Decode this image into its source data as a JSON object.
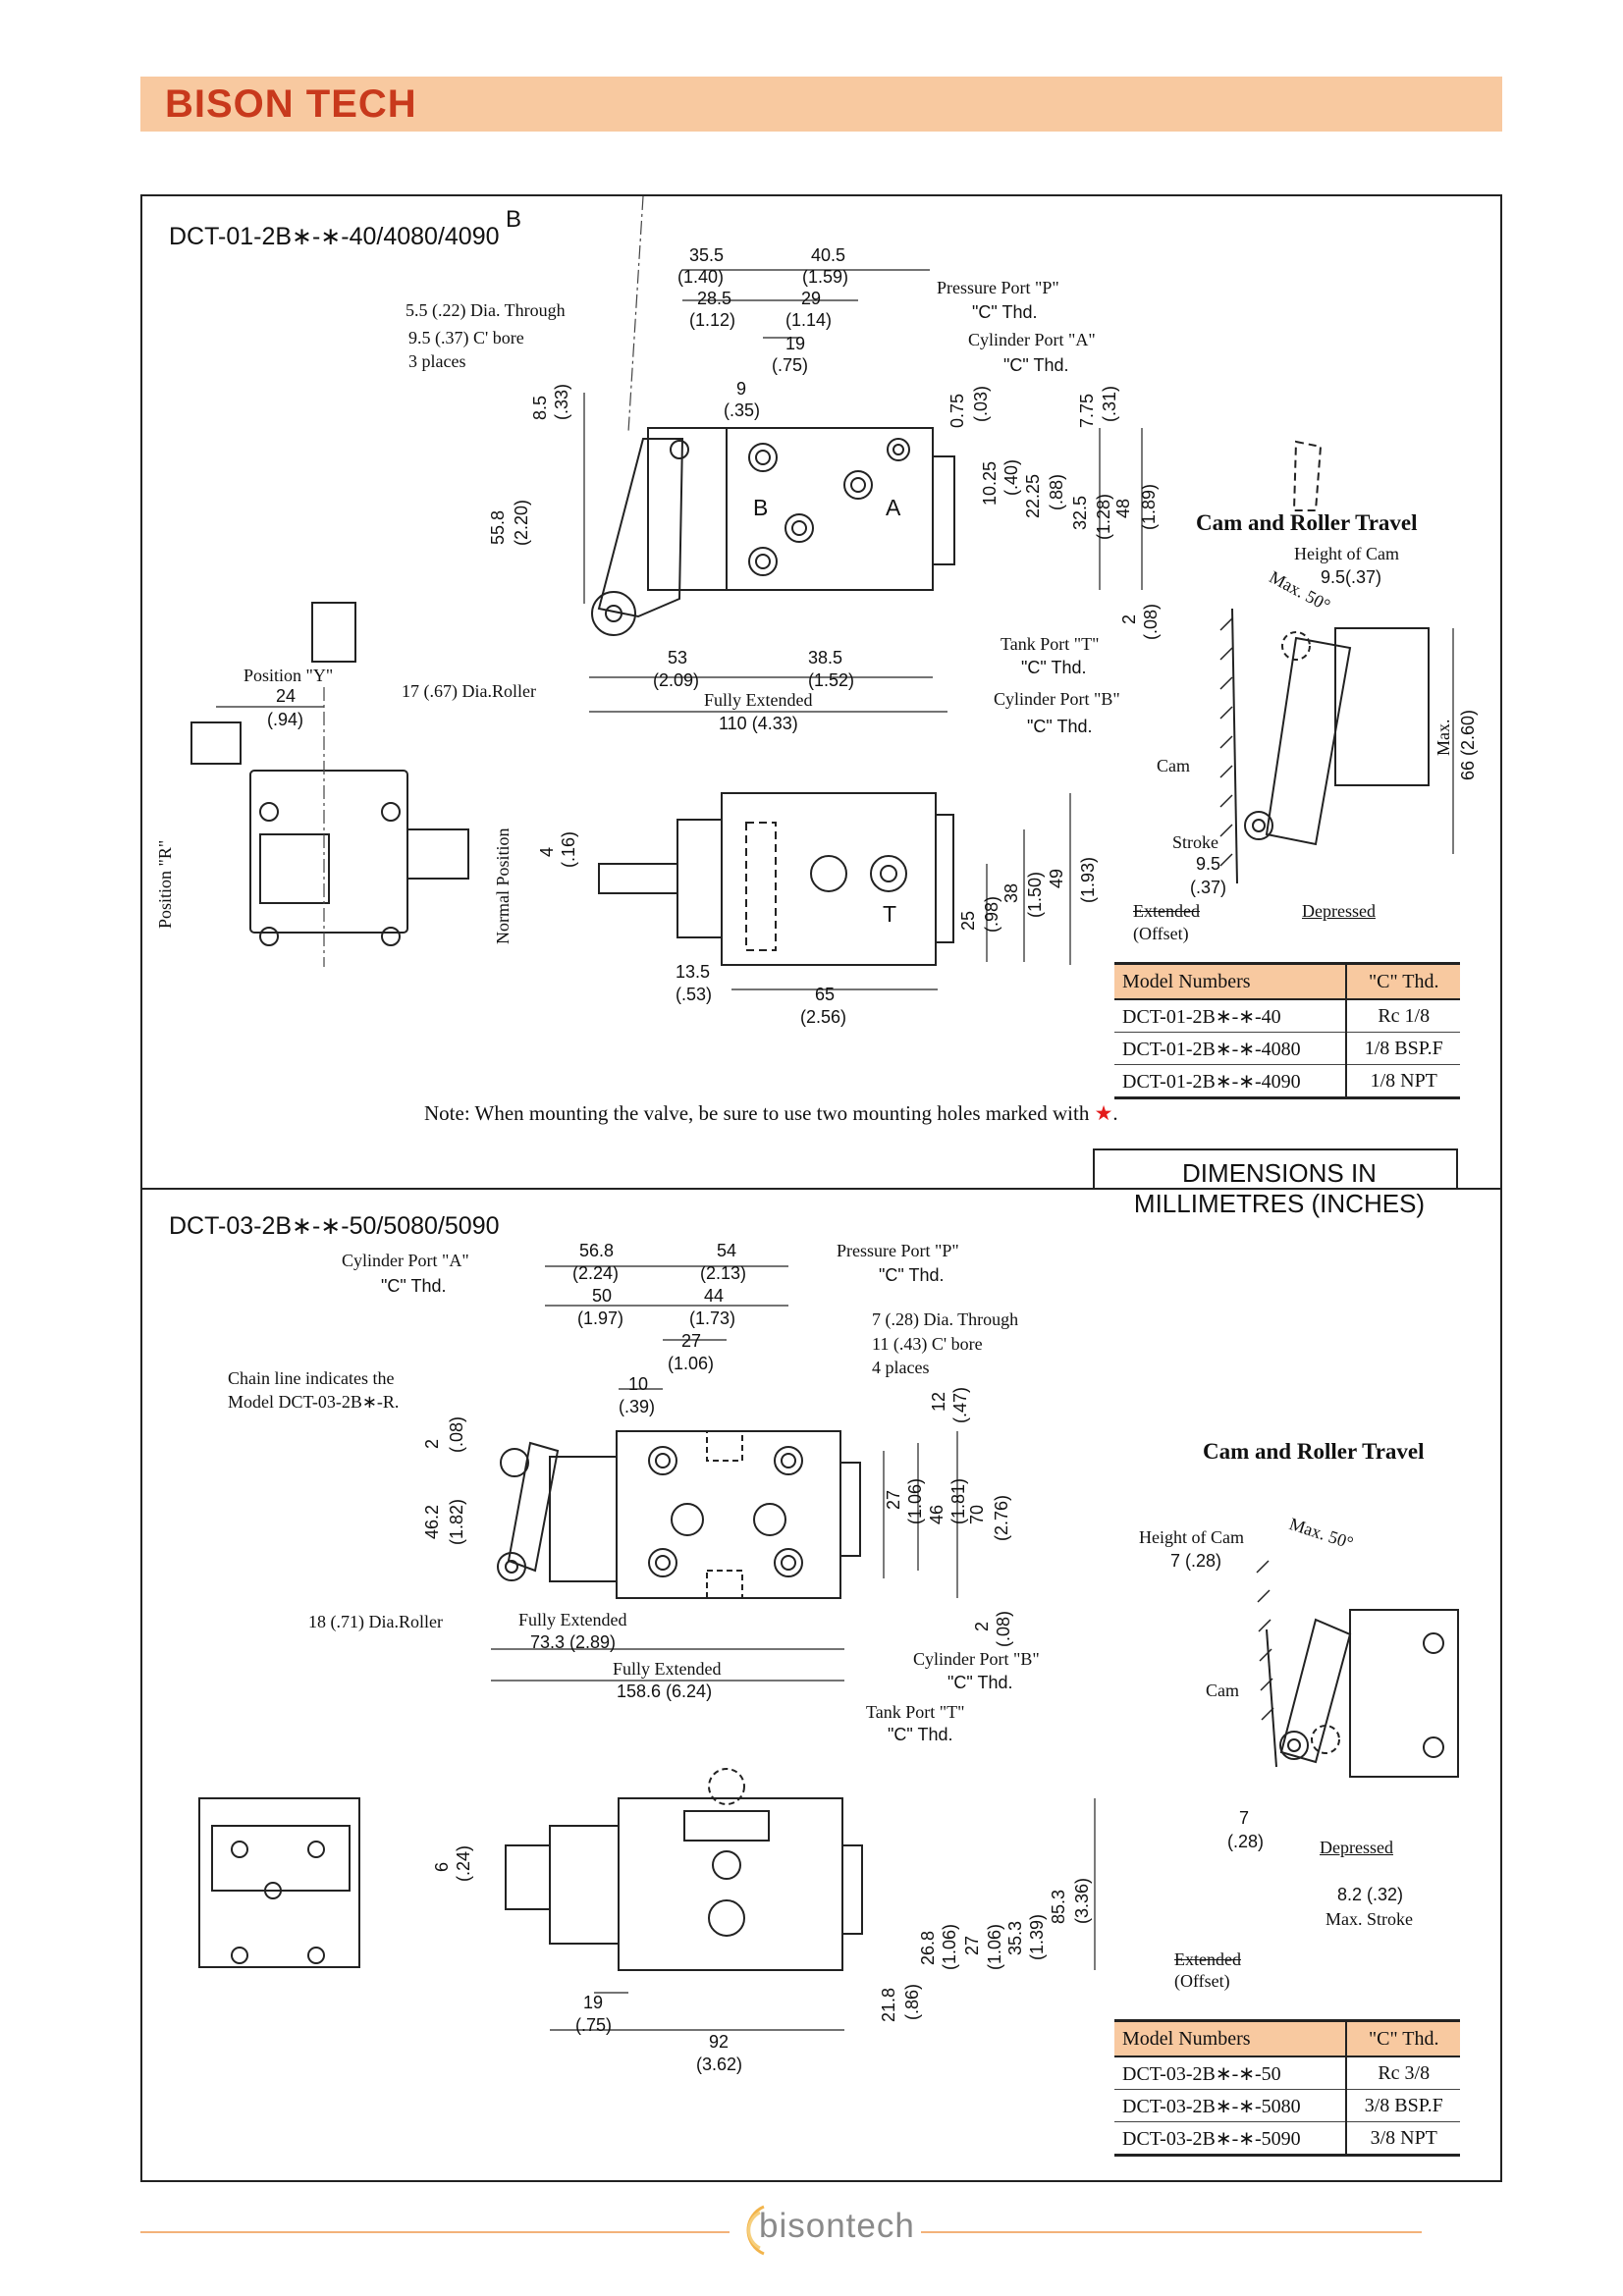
{
  "brand": "BISON TECH",
  "footer_logo_text": "bisontech",
  "section1": {
    "title": "DCT-01-2B∗-∗-40/4080/4090",
    "labels": {
      "hole_note_1": "5.5 (.22) Dia. Through",
      "hole_note_2": "9.5 (.37) C' bore",
      "hole_note_3": "3 places",
      "pressure_port": "Pressure Port \"P\"",
      "pressure_thd": "\"C\" Thd.",
      "cylinder_a": "Cylinder Port \"A\"",
      "cylinder_a_thd": "\"C\" Thd.",
      "tank_port": "Tank Port \"T\"",
      "tank_thd": "\"C\" Thd.",
      "cylinder_b": "Cylinder Port \"B\"",
      "cylinder_b_thd": "\"C\" Thd.",
      "roller": "17 (.67) Dia.Roller",
      "fully_extended": "Fully Extended",
      "position_y": "Position \"Y\"",
      "position_r": "Position \"R\"",
      "normal_position": "Normal Position",
      "port_b": "B",
      "port_a": "A",
      "port_t": "T"
    },
    "dims": {
      "d355": "35.5",
      "d355i": "(1.40)",
      "d405": "40.5",
      "d405i": "(1.59)",
      "d285": "28.5",
      "d285i": "(1.12)",
      "d29": "29",
      "d29i": "(1.14)",
      "d19": "19",
      "d19i": "(.75)",
      "d9": "9",
      "d9i": "(.35)",
      "d85": "8.5",
      "d85i": "(.33)",
      "d075": "0.75",
      "d075i": "(.03)",
      "d775": "7.75",
      "d775i": "(.31)",
      "d1025": "10.25",
      "d1025i": "(.40)",
      "d2225": "22.25",
      "d2225i": "(.88)",
      "d325": "32.5",
      "d325i": "(1.28)",
      "d48": "48",
      "d48i": "(1.89)",
      "d558": "55.8",
      "d558i": "(2.20)",
      "d2": "2",
      "d2i": "(.08)",
      "d53": "53",
      "d53i": "(2.09)",
      "d385": "38.5",
      "d385i": "(1.52)",
      "d110": "110 (4.33)",
      "d24": "24",
      "d24i": "(.94)",
      "d4": "4",
      "d4i": "(.16)",
      "d25": "25",
      "d25i": "(.98)",
      "d38": "38",
      "d38i": "(1.50)",
      "d49": "49",
      "d49i": "(1.93)",
      "d135": "13.5",
      "d135i": "(.53)",
      "d65": "65",
      "d65i": "(2.56)"
    },
    "cam": {
      "title": "Cam and Roller Travel",
      "height_of_cam": "Height of Cam",
      "height_val": "9.5(.37)",
      "max_angle": "Max. 50°",
      "max": "Max.",
      "max_val": "66 (2.60)",
      "cam": "Cam",
      "stroke": "Stroke",
      "stroke_val": "9.5",
      "stroke_val_in": "(.37)",
      "extended": "Extended",
      "offset": "(Offset)",
      "depressed": "Depressed"
    },
    "table": {
      "headers": [
        "Model Numbers",
        "\"C\" Thd."
      ],
      "rows": [
        [
          "DCT-01-2B∗-∗-40",
          "Rc 1/8"
        ],
        [
          "DCT-01-2B∗-∗-4080",
          "1/8 BSP.F"
        ],
        [
          "DCT-01-2B∗-∗-4090",
          "1/8 NPT"
        ]
      ]
    },
    "note": "Note:  When mounting the valve, be sure to use two mounting holes marked with",
    "note_star": "★",
    "note_end": "."
  },
  "dimensions_box": "DIMENSIONS IN MILLIMETRES (INCHES)",
  "section2": {
    "title": "DCT-03-2B∗-∗-50/5080/5090",
    "labels": {
      "cylinder_a": "Cylinder Port \"A\"",
      "cylinder_a_thd": "\"C\" Thd.",
      "pressure_port": "Pressure Port \"P\"",
      "pressure_thd": "\"C\" Thd.",
      "hole_note_1": "7 (.28) Dia. Through",
      "hole_note_2": "11 (.43) C' bore",
      "hole_note_3": "4 places",
      "chain_line_1": "Chain line indicates the",
      "chain_line_2": "Model DCT-03-2B∗-R.",
      "roller": "18 (.71) Dia.Roller",
      "fully_extended_1": "Fully Extended",
      "fully_extended_2": "Fully Extended",
      "cylinder_b": "Cylinder Port \"B\"",
      "cylinder_b_thd": "\"C\" Thd.",
      "tank_port": "Tank Port \"T\"",
      "tank_thd": "\"C\" Thd."
    },
    "dims": {
      "d568": "56.8",
      "d568i": "(2.24)",
      "d54": "54",
      "d54i": "(2.13)",
      "d50": "50",
      "d50i": "(1.97)",
      "d44": "44",
      "d44i": "(1.73)",
      "d27": "27",
      "d27i": "(1.06)",
      "d10": "10",
      "d10i": "(.39)",
      "d12": "12",
      "d12i": "(.47)",
      "d2": "2",
      "d2i": "(.08)",
      "d462": "46.2",
      "d462i": "(1.82)",
      "d27v": "27",
      "d27vi": "(1.06)",
      "d46": "46",
      "d46i": "(1.81)",
      "d70": "70",
      "d70i": "(2.76)",
      "d2b": "2",
      "d2bi": "(.08)",
      "d733": "73.3 (2.89)",
      "d1586": "158.6 (6.24)",
      "d6": "6",
      "d6i": "(.24)",
      "d19": "19",
      "d19i": "(.75)",
      "d92": "92",
      "d92i": "(3.62)",
      "d218": "21.8",
      "d218i": "(.86)",
      "d268": "26.8",
      "d268i": "(1.06)",
      "d27c": "27",
      "d27ci": "(1.06)",
      "d353": "35.3",
      "d353i": "(1.39)",
      "d853": "85.3",
      "d853i": "(3.36)"
    },
    "cam": {
      "title": "Cam and Roller Travel",
      "height_of_cam": "Height of Cam",
      "height_val": "7 (.28)",
      "max_angle": "Max. 50°",
      "cam": "Cam",
      "d7": "7",
      "d7i": "(.28)",
      "depressed": "Depressed",
      "max_stroke_val": "8.2 (.32)",
      "max_stroke": "Max. Stroke",
      "extended": "Extended",
      "offset": "(Offset)"
    },
    "table": {
      "headers": [
        "Model Numbers",
        "\"C\" Thd."
      ],
      "rows": [
        [
          "DCT-03-2B∗-∗-50",
          "Rc 3/8"
        ],
        [
          "DCT-03-2B∗-∗-5080",
          "3/8 BSP.F"
        ],
        [
          "DCT-03-2B∗-∗-5090",
          "3/8 NPT"
        ]
      ]
    }
  },
  "colors": {
    "header_band": "#f8c9a0",
    "brand": "#c8391c",
    "star": "#e31b1b",
    "footer_line": "#f3b27a"
  }
}
